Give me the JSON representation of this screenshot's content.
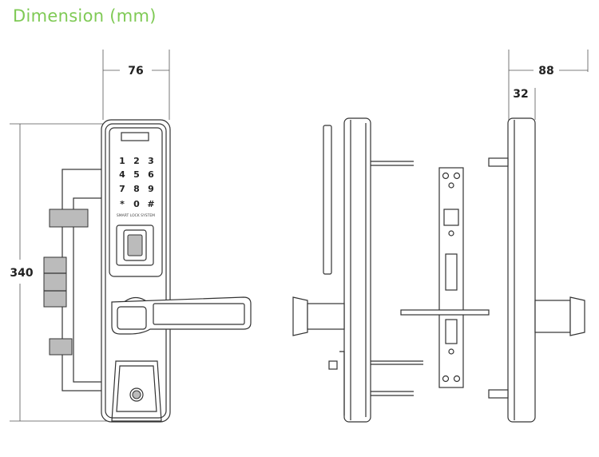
{
  "title": "Dimension (mm)",
  "dimensions": {
    "width_front": "76",
    "height": "340",
    "depth_total": "88",
    "depth_body": "32"
  },
  "keypad": {
    "keys": [
      "1",
      "2",
      "3",
      "4",
      "5",
      "6",
      "7",
      "8",
      "9",
      "*",
      "0",
      "#"
    ],
    "label": "SMART LOCK SYSTEM"
  }
}
